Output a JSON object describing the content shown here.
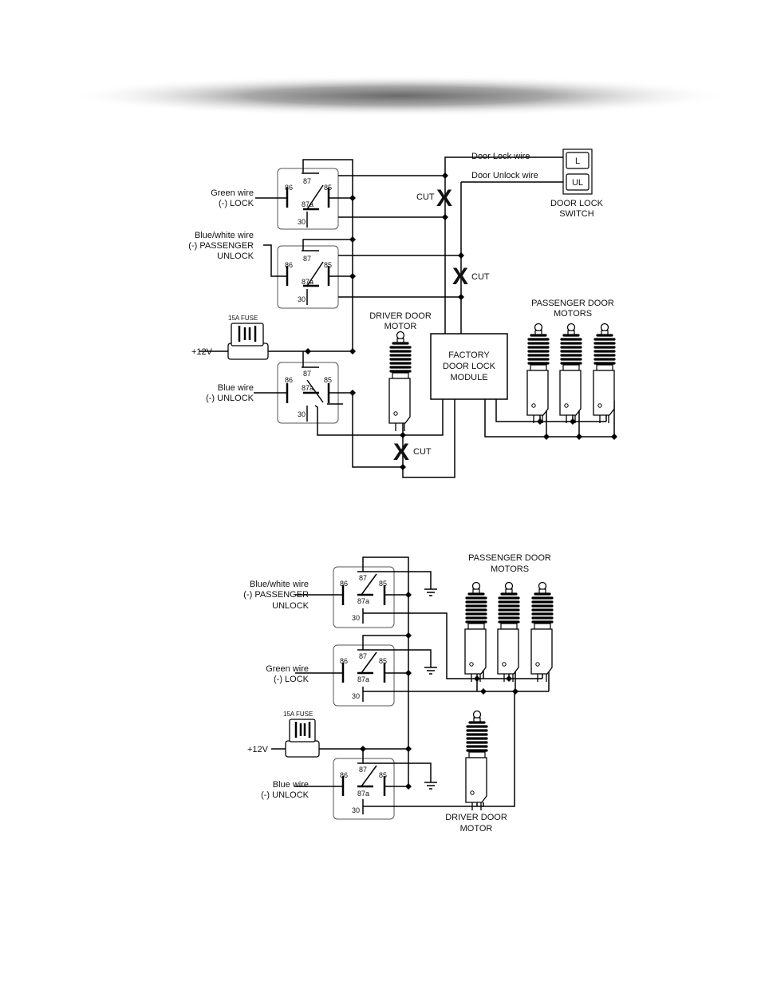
{
  "diagram1": {
    "relays": [
      {
        "pins": {
          "p87": "87",
          "p86": "86",
          "p85": "85",
          "p87a": "87a",
          "p30": "30"
        }
      },
      {
        "pins": {
          "p87": "87",
          "p86": "86",
          "p85": "85",
          "p87a": "87a",
          "p30": "30"
        }
      },
      {
        "pins": {
          "p87": "87",
          "p86": "86",
          "p85": "85",
          "p87a": "87a",
          "p30": "30"
        }
      }
    ],
    "labels": {
      "green_1": "Green wire",
      "green_2": "(-) LOCK",
      "bluewhite_1": "Blue/white wire",
      "bluewhite_2": "(-) PASSENGER",
      "bluewhite_3": "UNLOCK",
      "blue_1": "Blue wire",
      "blue_2": "(-) UNLOCK",
      "fuse": "15A FUSE",
      "v12": "+12V",
      "door_lock_wire": "Door Lock wire",
      "door_unlock_wire": "Door Unlock wire",
      "switch_l": "L",
      "switch_ul": "UL",
      "switch_1": "DOOR LOCK",
      "switch_2": "SWITCH",
      "cut": "CUT",
      "driver_motor_1": "DRIVER DOOR",
      "driver_motor_2": "MOTOR",
      "passenger_motors_1": "PASSENGER DOOR",
      "passenger_motors_2": "MOTORS",
      "module_1": "FACTORY",
      "module_2": "DOOR LOCK",
      "module_3": "MODULE"
    }
  },
  "diagram2": {
    "relays": [
      {
        "pins": {
          "p87": "87",
          "p86": "86",
          "p85": "85",
          "p87a": "87a",
          "p30": "30"
        }
      },
      {
        "pins": {
          "p87": "87",
          "p86": "86",
          "p85": "85",
          "p87a": "87a",
          "p30": "30"
        }
      },
      {
        "pins": {
          "p87": "87",
          "p86": "86",
          "p85": "85",
          "p87a": "87a",
          "p30": "30"
        }
      }
    ],
    "labels": {
      "bluewhite_1": "Blue/white wire",
      "bluewhite_2": "(-) PASSENGER",
      "bluewhite_3": "UNLOCK",
      "green_1": "Green wire",
      "green_2": "(-) LOCK",
      "blue_1": "Blue wire",
      "blue_2": "(-) UNLOCK",
      "fuse": "15A FUSE",
      "v12": "+12V",
      "passenger_motors_1": "PASSENGER DOOR",
      "passenger_motors_2": "MOTORS",
      "driver_motor_1": "DRIVER DOOR",
      "driver_motor_2": "MOTOR"
    }
  }
}
